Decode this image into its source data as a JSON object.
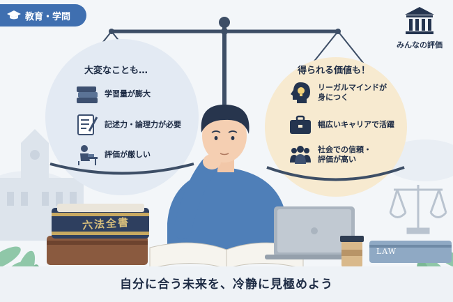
{
  "tag": {
    "label": "教育・学問"
  },
  "brand": {
    "label": "みんなの評価"
  },
  "left_panel": {
    "title": "大変なことも…",
    "items": [
      {
        "icon": "books-icon",
        "text": "学習量が膨大"
      },
      {
        "icon": "writing-icon",
        "text": "記述力・論理力が必要"
      },
      {
        "icon": "studying-person-icon",
        "text": "評価が厳しい"
      }
    ]
  },
  "right_panel": {
    "title": "得られる価値も！",
    "items": [
      {
        "icon": "lightbulb-head-icon",
        "lines": [
          "リーガルマインドが",
          "身につく"
        ]
      },
      {
        "icon": "briefcase-icon",
        "lines": [
          "幅広いキャリアで活躍"
        ]
      },
      {
        "icon": "people-icon",
        "lines": [
          "社会での信頼・",
          "評価が高い"
        ]
      }
    ]
  },
  "book_title": "六法全書",
  "law_book_label": "LAW",
  "caption": "自分に合う未来を、冷静に見極めよう",
  "colors": {
    "accent_blue": "#3f6fb0",
    "navy": "#24344f",
    "left_bubble": "#e3eaf3",
    "right_bubble": "#f7ead0"
  }
}
